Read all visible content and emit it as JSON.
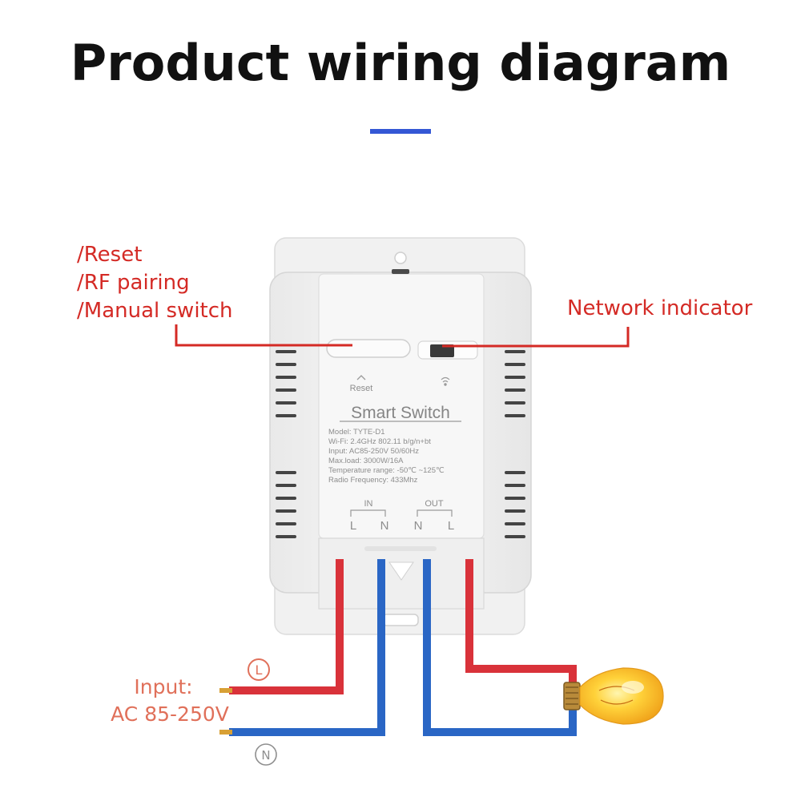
{
  "title": "Product wiring diagram",
  "colors": {
    "accent_underline": "#3457d5",
    "callout_red": "#d42a25",
    "wire_red": "#d9323a",
    "wire_blue": "#2a66c5",
    "input_label": "#e0705a",
    "device_body": "#f2f2f2"
  },
  "callouts": {
    "left": [
      "/Reset",
      "/RF pairing",
      "/Manual switch"
    ],
    "right": "Network indicator"
  },
  "device": {
    "reset_label": "Reset",
    "product_name": "Smart Switch",
    "specs": [
      "Model:  TYTE-D1",
      "Wi-Fi:  2.4GHz  802.11 b/g/n+bt",
      "Input:  AC85-250V 50/60Hz",
      "Max.load: 3000W/16A",
      "Temperature range: -50℃ ~125℃",
      "Radio Frequency: 433Mhz"
    ],
    "in_label": "IN",
    "out_label": "OUT",
    "terminals": [
      "L",
      "N",
      "N",
      "L"
    ]
  },
  "input": {
    "label_line1": "Input:",
    "label_line2": "AC 85-250V",
    "live_symbol": "L",
    "neutral_symbol": "N"
  },
  "icons": [
    "wifi-icon",
    "chevron-up-icon",
    "light-bulb-icon"
  ]
}
